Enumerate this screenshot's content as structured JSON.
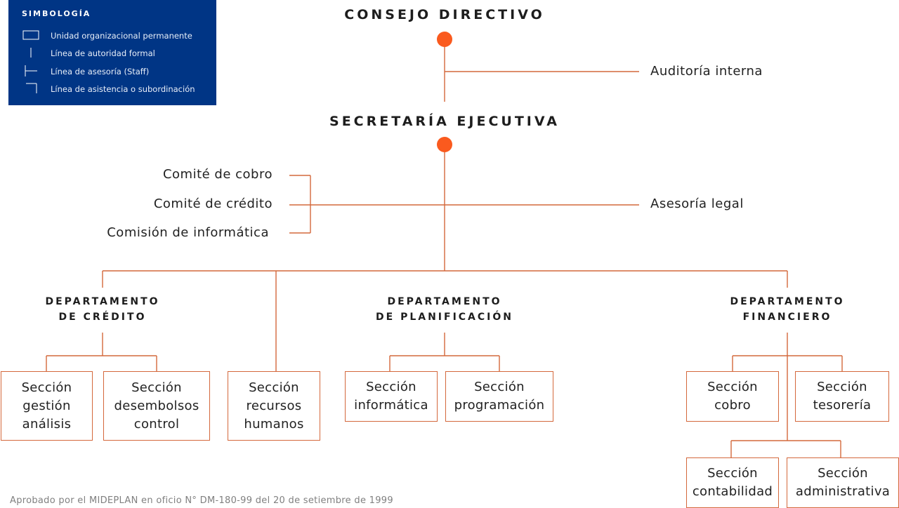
{
  "legend": {
    "title": "SIMBOLOGÍA",
    "items": [
      {
        "icon": "box-icon",
        "label": "Unidad organizacional permanente"
      },
      {
        "icon": "vertical-line-icon",
        "label": "Línea de autoridad formal"
      },
      {
        "icon": "staff-line-icon",
        "label": "Línea de asesoría (Staff)"
      },
      {
        "icon": "corner-line-icon",
        "label": "Línea de asistencia o subordinación"
      }
    ]
  },
  "top": {
    "title": "CONSEJO DIRECTIVO",
    "staff": "Auditoría interna"
  },
  "secretaria": {
    "title": "SECRETARÍA EJECUTIVA",
    "staff_right": "Asesoría legal"
  },
  "committees": [
    "Comité de cobro",
    "Comité de crédito",
    "Comisión de informática"
  ],
  "departments": {
    "credito": [
      "DEPARTAMENTO",
      "DE CRÉDITO"
    ],
    "planificacion": [
      "DEPARTAMENTO",
      "DE PLANIFICACIÓN"
    ],
    "financiero": [
      "DEPARTAMENTO",
      "FINANCIERO"
    ]
  },
  "sections": {
    "gestion": [
      "Sección",
      "gestión",
      "análisis"
    ],
    "desembolsos": [
      "Sección",
      "desembolsos",
      "control"
    ],
    "rrhh": [
      "Sección",
      "recursos",
      "humanos"
    ],
    "informatica": [
      "Sección",
      "informática"
    ],
    "programacion": [
      "Sección",
      "programación"
    ],
    "cobro": [
      "Sección",
      "cobro"
    ],
    "tesoreria": [
      "Sección",
      "tesorería"
    ],
    "contabilidad": [
      "Sección",
      "contabilidad"
    ],
    "administrativa": [
      "Sección",
      "administrativa"
    ]
  },
  "footer": "Aprobado por el MIDEPLAN en oficio N° DM-180-99 del 20 de setiembre de 1999",
  "colors": {
    "line": "#d4683c",
    "node": "#fa5a1e",
    "legend_bg": "#003585"
  }
}
